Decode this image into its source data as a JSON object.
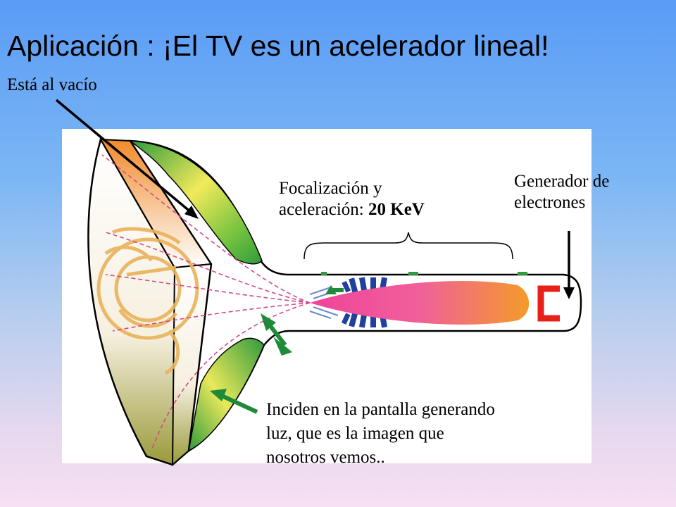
{
  "title": "Aplicación : ¡El TV es un acelerador lineal!",
  "labels": {
    "vacuum": "Está al vacío",
    "focus_line1": "Focalización y",
    "focus_line2_prefix": "aceleración: ",
    "focus_energy": "20 KeV",
    "generator_line1": "Generador de",
    "generator_line2": "electrones",
    "screen_line1": "Inciden en la pantalla generando",
    "screen_line2": "luz, que es la imagen que",
    "screen_line3": "nosotros vemos.."
  },
  "colors": {
    "glass_green": "#2f9a3e",
    "glass_yellow": "#f2ea5a",
    "beam_pink": "#f0439a",
    "beam_orange": "#f59a2a",
    "cathode_red": "#e8201a",
    "coil_blue": "#2040a0",
    "phosphor_orange": "#e9b25a",
    "arrow_green": "#1e8a3a"
  },
  "icons": {
    "cathode": "c-shape-cathode",
    "arrows": "pointer-arrow"
  }
}
